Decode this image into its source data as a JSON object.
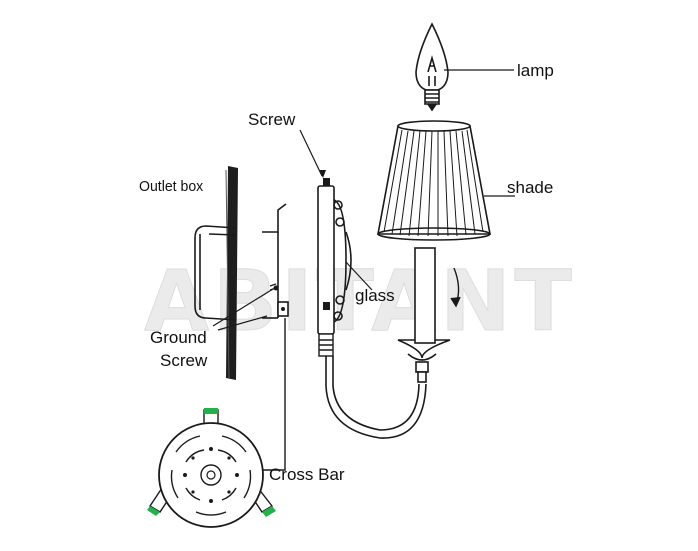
{
  "labels": {
    "lamp": "lamp",
    "screw": "Screw",
    "shade": "shade",
    "outlet_box": "Outlet box",
    "glass": "glass",
    "ground": "Ground",
    "ground_screw": "Screw",
    "cross_bar": "Cross Bar"
  },
  "watermark": "ABITANT",
  "colors": {
    "line": "#1a1a1a",
    "wall": "#1e1e1e",
    "bracket_tab": "#22b14c",
    "watermark": "#e6e6e6"
  }
}
